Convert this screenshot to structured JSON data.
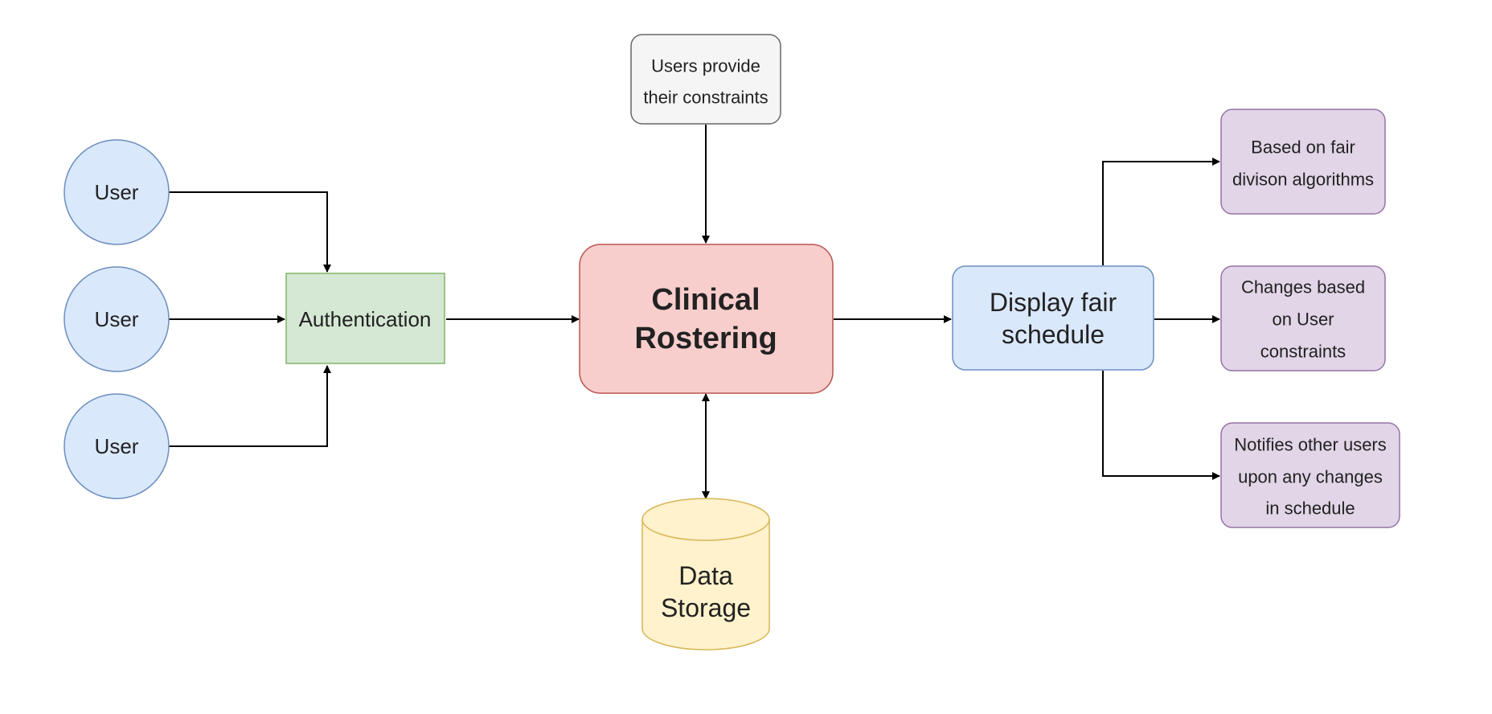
{
  "nodes": {
    "user_1": {
      "label": "User"
    },
    "user_2": {
      "label": "User"
    },
    "user_3": {
      "label": "User"
    },
    "authentication": {
      "label": "Authentication"
    },
    "constraints": {
      "lines": [
        "Users provide",
        "their constraints"
      ]
    },
    "clinical_rostering": {
      "lines": [
        "Clinical",
        "Rostering"
      ]
    },
    "data_storage": {
      "lines": [
        "Data",
        "Storage"
      ]
    },
    "display_schedule": {
      "lines": [
        "Display fair",
        "schedule"
      ]
    },
    "fair_division": {
      "lines": [
        "Based on fair",
        "divison algorithms"
      ]
    },
    "user_changes": {
      "lines": [
        "Changes based",
        "on User",
        "constraints"
      ]
    },
    "notifies": {
      "lines": [
        "Notifies other users",
        "upon any changes",
        "in schedule"
      ]
    }
  },
  "colors": {
    "user_fill": "#dae8fc",
    "user_stroke": "#6c8ebf",
    "auth_fill": "#d5e8d4",
    "auth_stroke": "#82b366",
    "core_fill": "#f8cecc",
    "core_stroke": "#b85450",
    "note_fill": "#f5f5f5",
    "note_stroke": "#666666",
    "storage_fill": "#fff2cc",
    "storage_stroke": "#d6b656",
    "output_fill": "#e1d5e7",
    "output_stroke": "#9673a6",
    "edge": "#000000"
  }
}
